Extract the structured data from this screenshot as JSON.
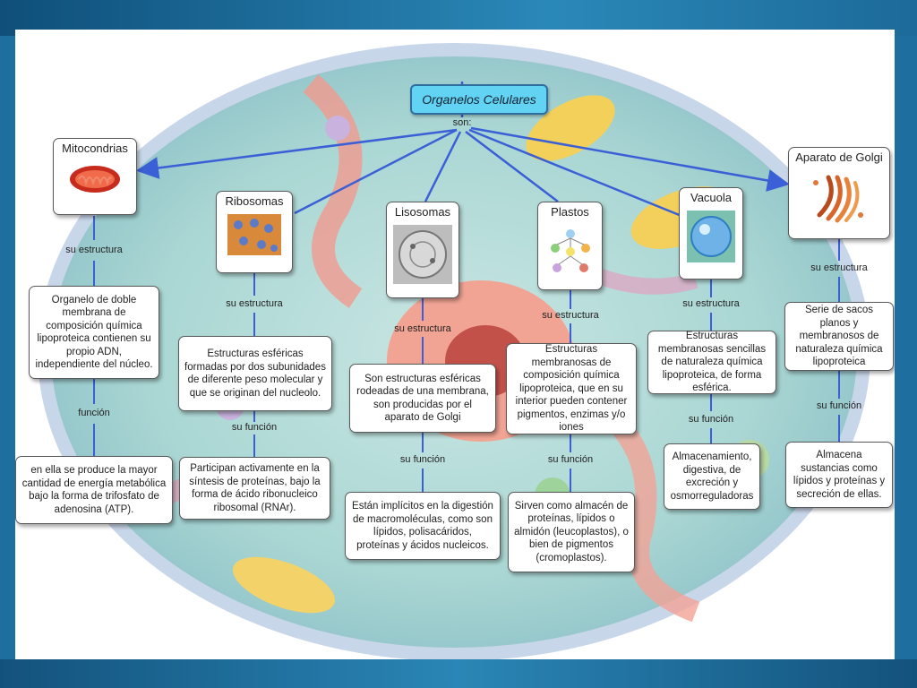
{
  "title": "Organelos Celulares",
  "connector": "son:",
  "labels": {
    "estructura": "su estructura",
    "funcion": "su función",
    "funcion_mito": "función"
  },
  "organelles": [
    {
      "name": "Mitocondrias",
      "structure": "Organelo de doble membrana de composición química lipoproteica contienen su propio ADN, independiente del núcleo.",
      "function": "en ella se produce la mayor cantidad de energía metabólica bajo la forma de trifosfato de adenosina (ATP)."
    },
    {
      "name": "Ribosomas",
      "structure": "Estructuras esféricas formadas  por dos subunidades de diferente peso molecular y que se originan del nucleolo.",
      "function": "Participan activamente en la síntesis de proteínas, bajo la forma de ácido ribonucleico ribosomal (RNAr)."
    },
    {
      "name": "Lisosomas",
      "structure": "Son estructuras esféricas rodeadas de una membrana, son producidas por el aparato de Golgi",
      "function": "Están implícitos en la digestión de macromoléculas, como son lípidos, polisacáridos, proteínas y ácidos nucleicos."
    },
    {
      "name": "Plastos",
      "structure": "Estructuras membranosas de composición química lipoproteica, que en su interior pueden contener pigmentos, enzimas y/o iones",
      "function": "Sirven como almacén de proteínas, lípidos o almidón (leucoplastos), o bien de pigmentos (cromoplastos)."
    },
    {
      "name": "Vacuola",
      "structure": "Estructuras membranosas sencillas de naturaleza química lipoproteica, de forma esférica.",
      "function": "Almacenamiento, digestiva, de excreción y osmorreguladoras"
    },
    {
      "name": "Aparato de Golgi",
      "structure": "Serie de sacos planos y membranosos de naturaleza química lipoproteica",
      "function": "Almacena sustancias como lípidos y proteínas y secreción de ellas."
    }
  ]
}
